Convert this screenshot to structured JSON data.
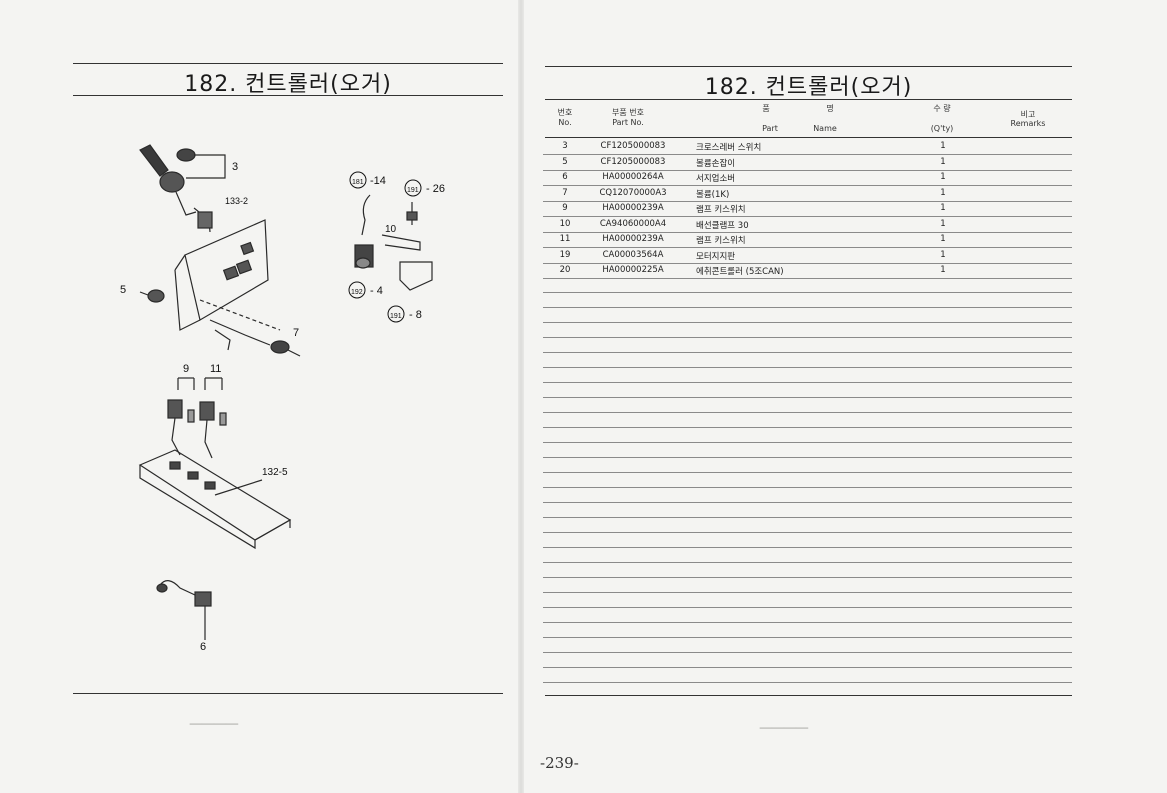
{
  "left": {
    "title": "182. 컨트롤러(오거)",
    "callouts": {
      "c3": "3",
      "c133_2": "133-2",
      "c5": "5",
      "c7": "7",
      "c9": "9",
      "c11": "11",
      "c132_5": "132-5",
      "c6": "6",
      "c14": "-14",
      "c26": "- 26",
      "c10": "10",
      "c4": "- 4",
      "c8": "- 8",
      "circ181a": "181",
      "circ191a": "191",
      "circ192": "192",
      "circ191b": "191"
    }
  },
  "right": {
    "title": "182. 컨트롤러(오거)",
    "headers": {
      "no_ko": "번호",
      "no_en": "No.",
      "part_ko": "부품 번호",
      "part_en": "Part  No.",
      "name_ko_1": "품",
      "name_ko_2": "명",
      "name_en_1": "Part",
      "name_en_2": "Name",
      "qty_ko": "수 량",
      "qty_en": "(Q'ty)",
      "remarks_ko": "비고",
      "remarks_en": "Remarks"
    },
    "rows": [
      {
        "no": "3",
        "part": "CF1205000083",
        "name": "크로스레버 스위치",
        "qty": "1"
      },
      {
        "no": "5",
        "part": "CF1205000083",
        "name": "볼륨손잡이",
        "qty": "1"
      },
      {
        "no": "6",
        "part": "HA00000264A",
        "name": "서지업소버",
        "qty": "1"
      },
      {
        "no": "7",
        "part": "CQ12070000A3",
        "name": "볼륨(1K)",
        "qty": "1"
      },
      {
        "no": "9",
        "part": "HA00000239A",
        "name": "램프 키스위치",
        "qty": "1"
      },
      {
        "no": "10",
        "part": "CA94060000A4",
        "name": "배선클램프 30",
        "qty": "1"
      },
      {
        "no": "11",
        "part": "HA00000239A",
        "name": "램프 키스위치",
        "qty": "1"
      },
      {
        "no": "19",
        "part": "CA00003564A",
        "name": "모터지지판",
        "qty": "1"
      },
      {
        "no": "20",
        "part": "HA00000225A",
        "name": "에취콘트롤러 (5조CAN)",
        "qty": "1"
      }
    ]
  },
  "page_number": "-239-"
}
